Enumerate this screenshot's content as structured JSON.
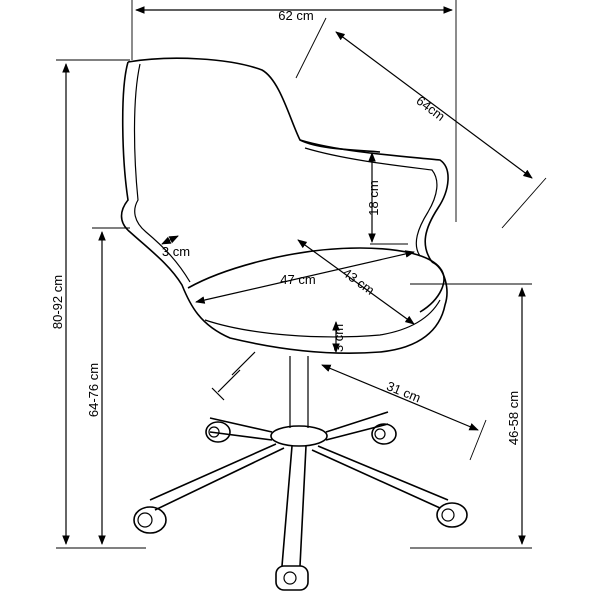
{
  "dimensions": {
    "width_top": "62 cm",
    "depth_diag": "64cm",
    "armrest_height": "18 cm",
    "seat_thickness_side": "3 cm",
    "seat_width": "47 cm",
    "seat_depth": "43 cm",
    "seat_thickness_front": "3 cm",
    "base_radius": "31 cm",
    "total_height": "80-92 cm",
    "armrest_floor_height": "64-76 cm",
    "seat_floor_height": "46-58 cm"
  }
}
